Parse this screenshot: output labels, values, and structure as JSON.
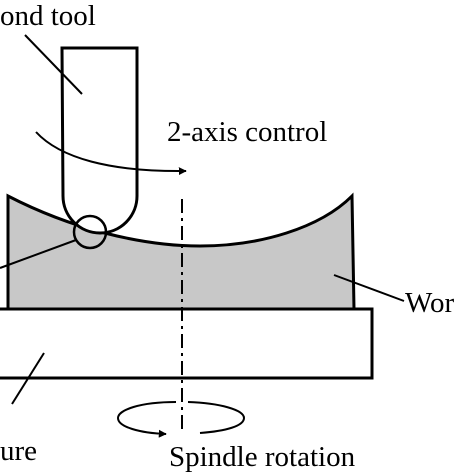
{
  "labels": {
    "tool": "ond tool",
    "control": "2-axis control",
    "workpiece": "Wor",
    "fixture": "ure",
    "spindle": "Spindle rotation"
  },
  "colors": {
    "workpiece_fill": "#c8c8c8",
    "line": "#000000",
    "background": "#ffffff"
  }
}
